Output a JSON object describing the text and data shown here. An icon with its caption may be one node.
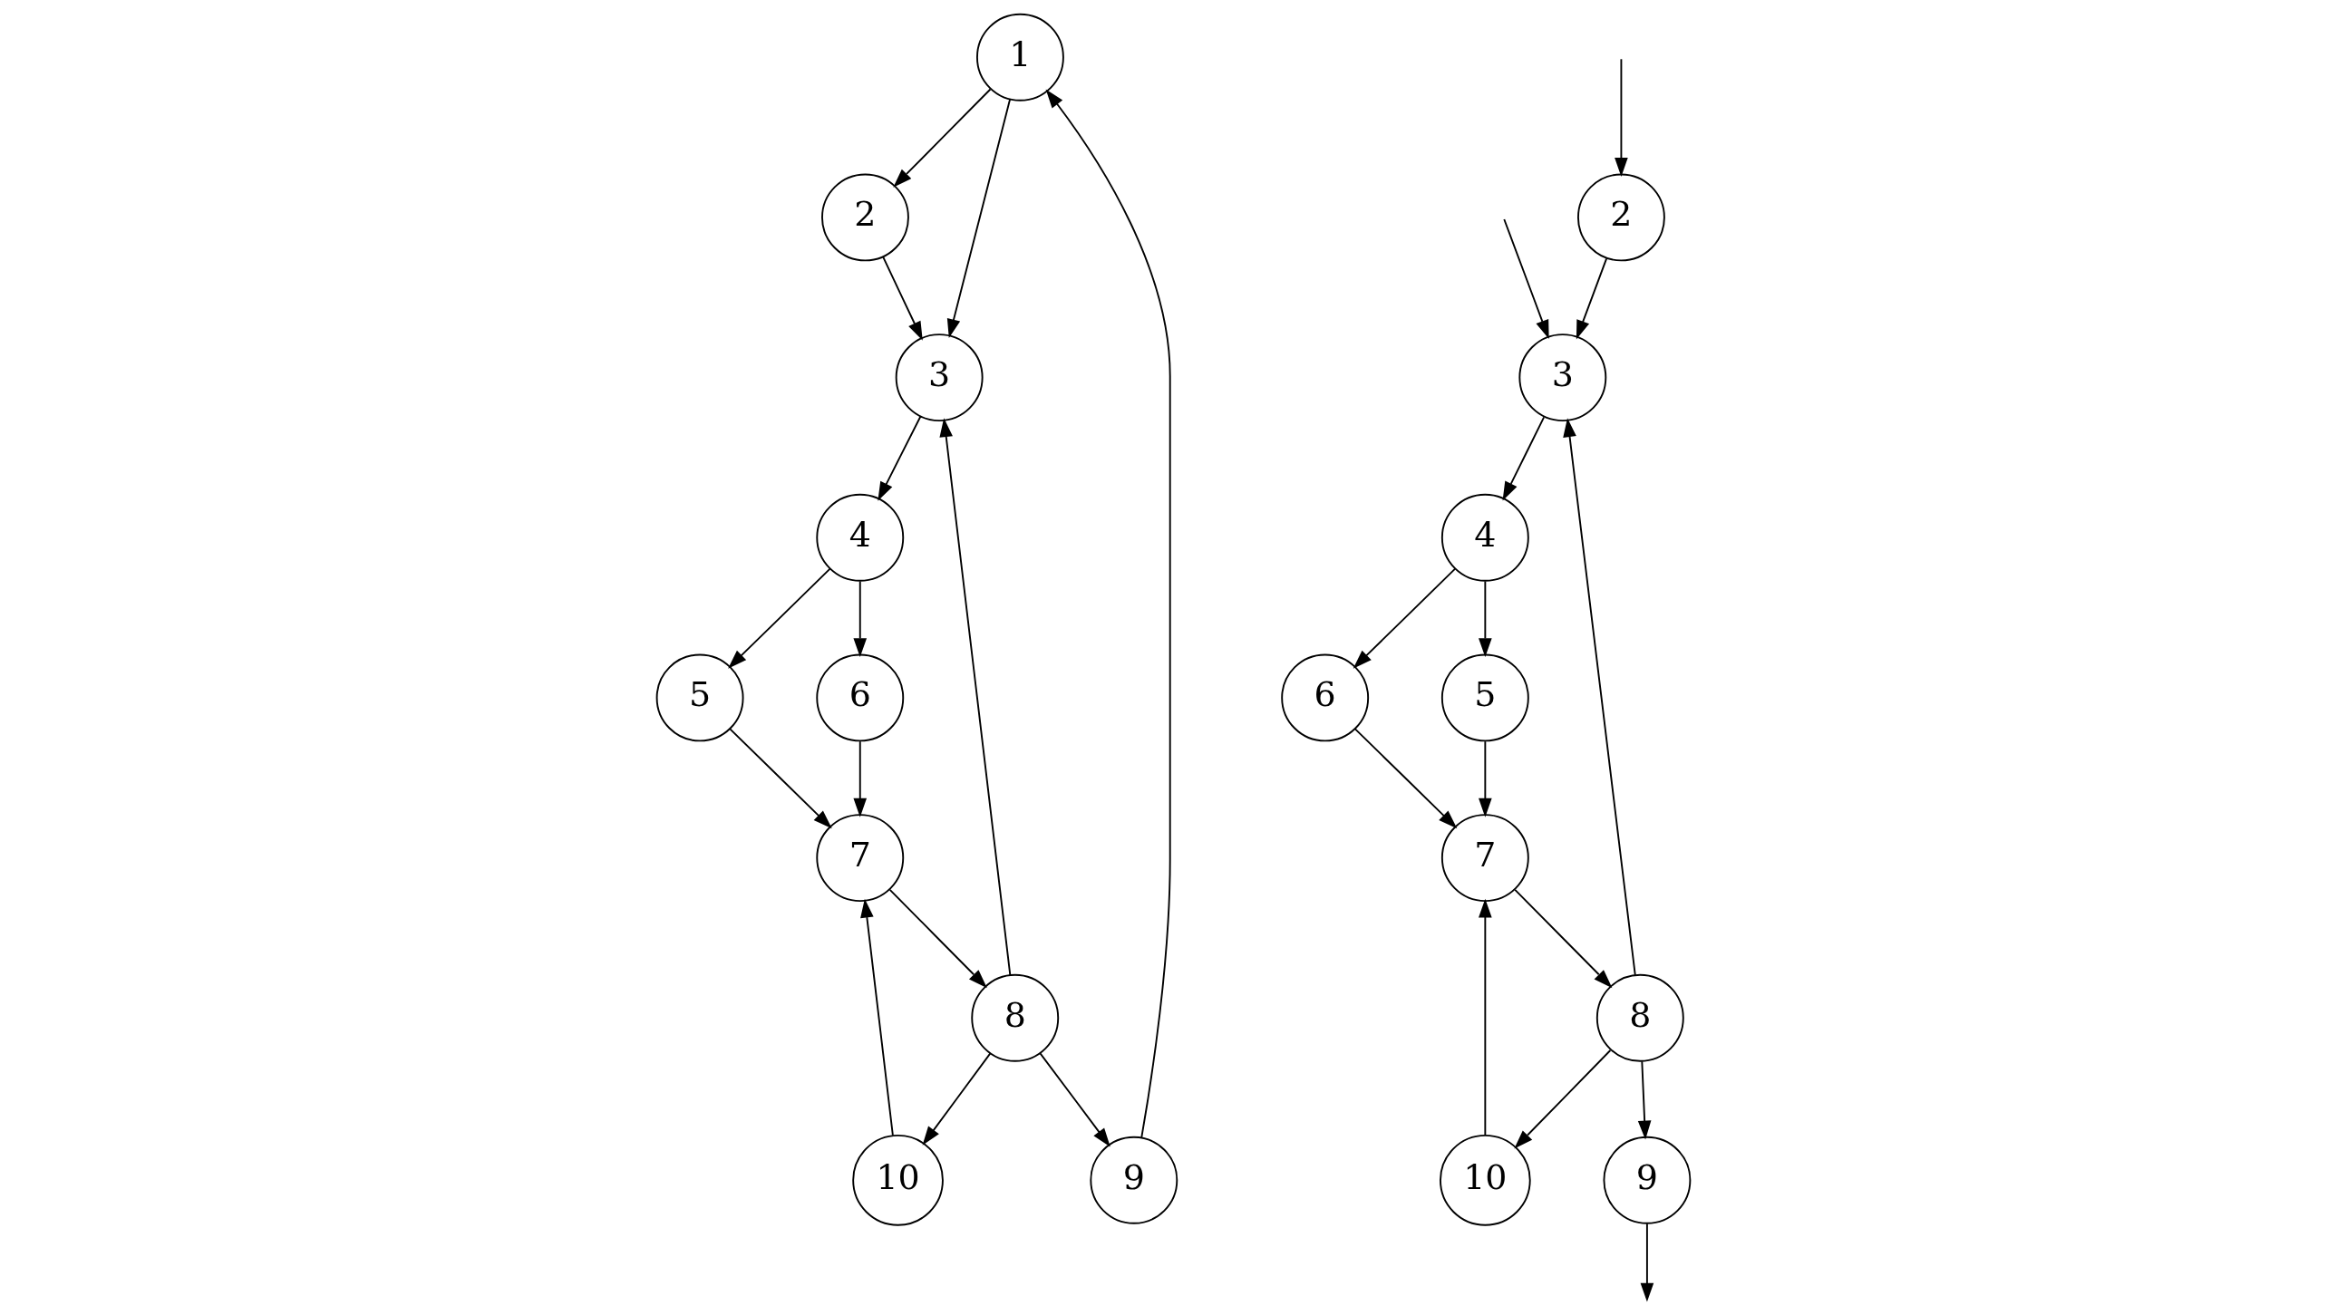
{
  "diagram": {
    "nodes": [
      {
        "text": [
          "1"
        ]
      },
      {
        "text": [
          "2"
        ]
      },
      {
        "text": [
          "3"
        ]
      },
      {
        "text": [
          "4"
        ]
      },
      {
        "text": [
          "5"
        ]
      },
      {
        "text": [
          "6"
        ]
      },
      {
        "text": [
          "7"
        ]
      },
      {
        "text": [
          "8"
        ]
      },
      {
        "text": [
          "9"
        ]
      },
      {
        "text": [
          "10"
        ]
      },
      {
        "text": [
          "2"
        ]
      },
      {
        "text": [
          "3"
        ]
      },
      {
        "text": [
          "4"
        ]
      },
      {
        "text": [
          "5"
        ]
      },
      {
        "text": [
          "6"
        ]
      },
      {
        "text": [
          "7"
        ]
      },
      {
        "text": [
          "8"
        ]
      },
      {
        "text": [
          "9"
        ]
      },
      {
        "text": [
          "10"
        ]
      }
    ],
    "edges": [
      {
        "from": 0,
        "to": 1,
        "arrow": "to"
      },
      {
        "from": 0,
        "to": 2,
        "arrow": "to"
      },
      {
        "from": 1,
        "to": 2,
        "arrow": "to"
      },
      {
        "from": 2,
        "to": 3,
        "arrow": "to"
      },
      {
        "from": 3,
        "to": 4,
        "arrow": "to"
      },
      {
        "from": 3,
        "to": 5,
        "arrow": "to"
      },
      {
        "from": 4,
        "to": 6,
        "arrow": "to"
      },
      {
        "from": 5,
        "to": 6,
        "arrow": "to"
      },
      {
        "from": 6,
        "to": 7,
        "arrow": "to"
      },
      {
        "from": 7,
        "to": 8,
        "arrow": "to"
      },
      {
        "from": 7,
        "to": 9,
        "arrow": "to"
      },
      {
        "from": 9,
        "to": 6,
        "arrow": "to"
      },
      {
        "from": 8,
        "to": 0,
        "arrow": "to"
      },
      {
        "from": 7,
        "to": 2,
        "arrow": "to"
      },
      {
        "from": null,
        "to": 10,
        "arrow": "to"
      },
      {
        "from": null,
        "to": 11,
        "arrow": "to"
      },
      {
        "from": 10,
        "to": 11,
        "arrow": "to"
      },
      {
        "from": 11,
        "to": 12,
        "arrow": "to"
      },
      {
        "from": 12,
        "to": 13,
        "arrow": "to"
      },
      {
        "from": 12,
        "to": 14,
        "arrow": "to"
      },
      {
        "from": 13,
        "to": 15,
        "arrow": "to"
      },
      {
        "from": 14,
        "to": 15,
        "arrow": "to"
      },
      {
        "from": 15,
        "to": 16,
        "arrow": "to"
      },
      {
        "from": 16,
        "to": 17,
        "arrow": "to"
      },
      {
        "from": 16,
        "to": 18,
        "arrow": "to"
      },
      {
        "from": 18,
        "to": 15,
        "arrow": "to"
      },
      {
        "from": 17,
        "to": null,
        "arrow": "to"
      },
      {
        "from": 16,
        "to": 11,
        "arrow": "to"
      }
    ]
  }
}
